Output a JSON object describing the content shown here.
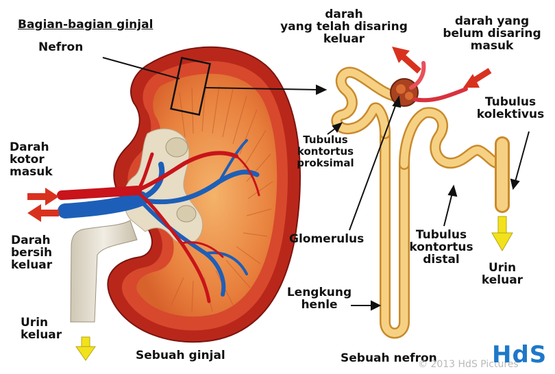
{
  "title": "Bagian-bagian ginjal",
  "labels": {
    "nefron": "Nefron",
    "darah_kotor": [
      "Darah",
      "kotor",
      "masuk"
    ],
    "darah_bersih": [
      "Darah",
      "bersih",
      "keluar"
    ],
    "urin_keluar_left": [
      "Urin",
      "keluar"
    ],
    "sebuah_ginjal": "Sebuah ginjal",
    "darah_disaring_keluar": [
      "darah",
      "yang telah disaring",
      "keluar"
    ],
    "darah_belum_disaring": [
      "darah yang",
      "belum disaring",
      "masuk"
    ],
    "tubulus_kolektivus": [
      "Tubulus",
      "kolektivus"
    ],
    "tubulus_proksimal": [
      "Tubulus",
      "kontortus",
      "proksimal"
    ],
    "glomerulus": "Glomerulus",
    "tubulus_distal": [
      "Tubulus",
      "kontortus",
      "distal"
    ],
    "urin_keluar_right": [
      "Urin",
      "keluar"
    ],
    "lengkung_henle": [
      "Lengkung",
      "henle"
    ],
    "sebuah_nefron": "Sebuah nefron"
  },
  "watermark": "© 2013 HdS Pictures",
  "brand": "HdS",
  "colors": {
    "kidney_cortex": "#c62a1c",
    "kidney_medulla": "#e9833f",
    "vein_blue": "#1d5fb8",
    "artery_red": "#c8141a",
    "tubule_yellow": "#f3c766",
    "arrow_red": "#d8321f",
    "arrow_yellow": "#f2e21c",
    "ureter": "#e6e0d2"
  },
  "icons": [
    "arrow-right-icon",
    "arrow-left-icon",
    "arrow-down-icon"
  ]
}
